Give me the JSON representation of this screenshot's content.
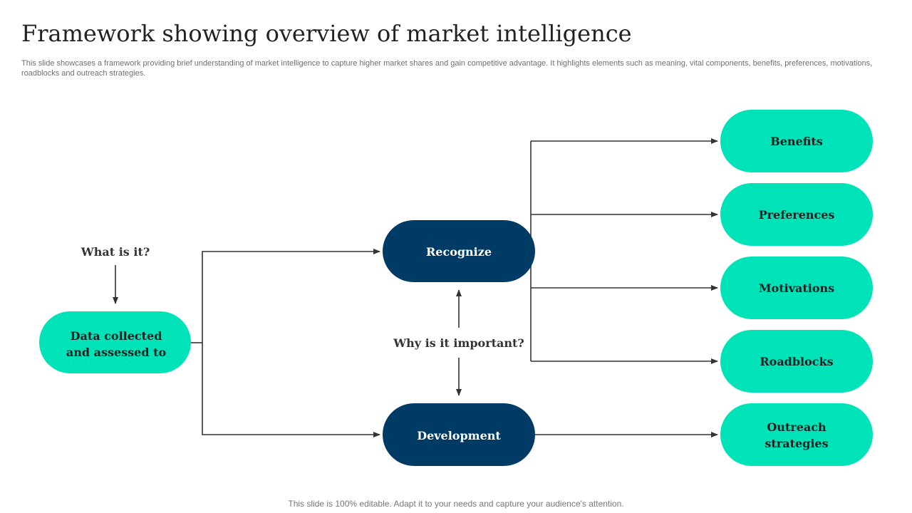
{
  "slide": {
    "title": "Framework showing overview of market intelligence",
    "subtitle": "This slide showcases a framework providing brief understanding of market intelligence to capture higher market shares and gain competitive advantage. It highlights elements such as meaning, vital components, benefits, preferences, motivations, roadblocks and outreach strategies.",
    "footer": "This slide is 100% editable. Adapt it to your needs and capture your audience's attention."
  },
  "colors": {
    "teal": "#00e2b8",
    "navy": "#003b66",
    "connector": "#333333",
    "dark_text": "#1f1f1f",
    "light_text": "#ffffff"
  },
  "diagram": {
    "what_label": "What is it?",
    "why_label": "Why is it important?",
    "source": {
      "line1": "Data collected",
      "line2": "and assessed to"
    },
    "recognize": "Recognize",
    "development": "Development",
    "outcomes": {
      "benefits": "Benefits",
      "preferences": "Preferences",
      "motivations": "Motivations",
      "roadblocks": "Roadblocks",
      "outreach_line1": "Outreach",
      "outreach_line2": "strategies"
    }
  }
}
